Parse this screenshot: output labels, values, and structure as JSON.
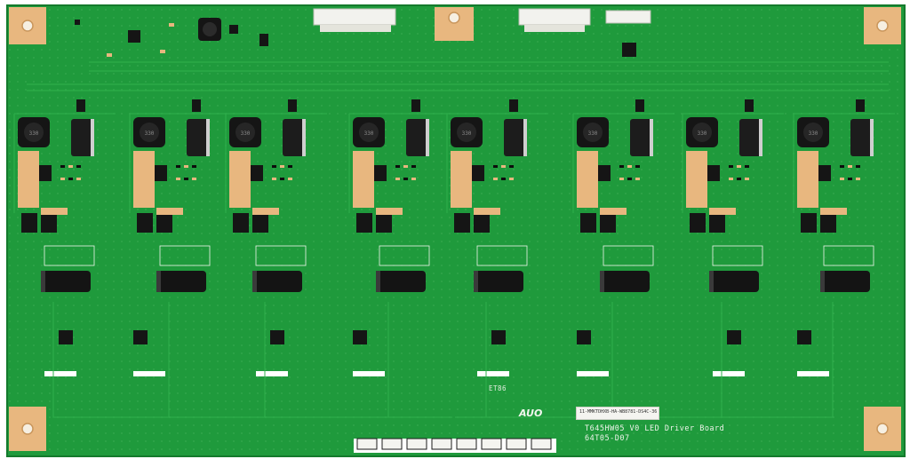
{
  "image": {
    "subject": "LED driver printed circuit board",
    "colors": {
      "board": "#1f9a3c",
      "board_dark": "#177a2f",
      "copper_pad": "#e8b77f",
      "silk": "#eef4ea",
      "component_black": "#151515",
      "connector_white": "#f2f2ee"
    }
  },
  "silkscreen": {
    "board_title": "T645HW05 V0 LED Driver Board",
    "board_number": "64T05-D07",
    "marker": "ET86"
  },
  "logo": {
    "text": "AUO"
  },
  "label": {
    "text": "11-MMKTDHXB-HA-WB8781-DS4C-36"
  },
  "inductor_marking": "330"
}
